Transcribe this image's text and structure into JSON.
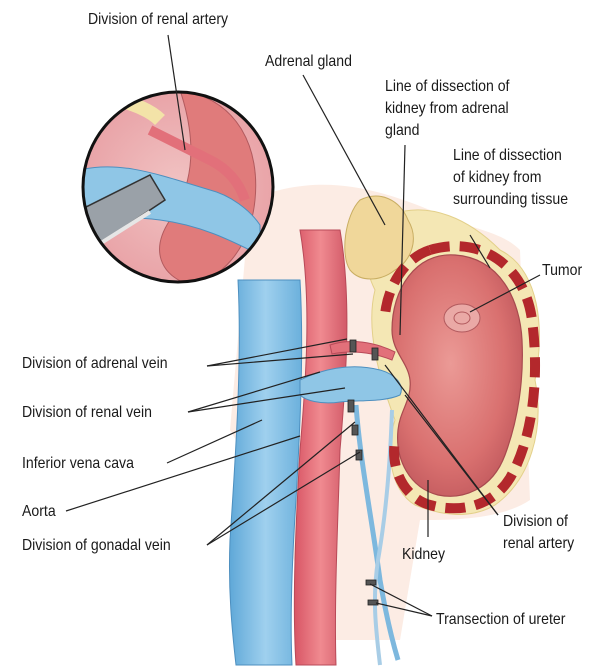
{
  "labels": {
    "division_renal_artery_top": "Division of renal artery",
    "adrenal_gland": "Adrenal gland",
    "line_dissection_adrenal": [
      "Line of dissection of",
      "kidney from adrenal",
      "gland"
    ],
    "line_dissection_tissue": [
      "Line of dissection",
      "of kidney from",
      "surrounding tissue"
    ],
    "tumor": "Tumor",
    "division_adrenal_vein": "Division of adrenal vein",
    "division_renal_vein": "Division of renal vein",
    "inferior_vena_cava": "Inferior vena cava",
    "aorta": "Aorta",
    "division_gonadal_vein": "Division of gonadal vein",
    "kidney": "Kidney",
    "division_renal_artery_right": [
      "Division of",
      "renal artery"
    ],
    "transection_ureter": "Transection of ureter"
  },
  "colors": {
    "kidney": "#e07b7b",
    "kidney_dark": "#c95a5e",
    "artery": "#e2707a",
    "vein": "#8fc6e6",
    "vein_dark": "#5aa5d4",
    "fat": "#f3e3a8",
    "dissection_line": "#b3282c",
    "leader": "#222222"
  }
}
